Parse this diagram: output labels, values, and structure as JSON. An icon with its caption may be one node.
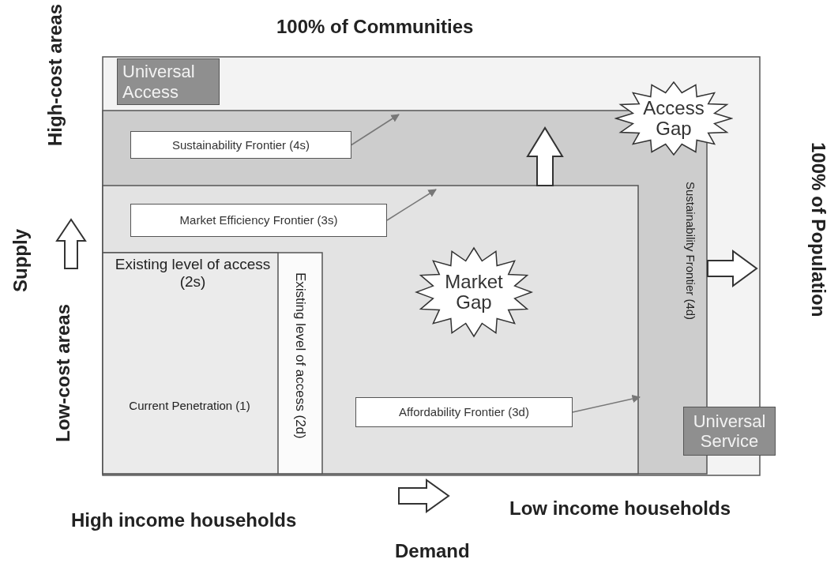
{
  "diagram": {
    "nodes": [
      {
        "text": [
          "Universal Access"
        ]
      },
      {
        "text": [
          "Access Gap"
        ]
      },
      {
        "text": [
          "Sustainability Frontier (4s)"
        ]
      },
      {
        "text": [
          "Market Efficiency Frontier (3s)"
        ]
      },
      {
        "text": [
          "Market Gap"
        ]
      },
      {
        "text": [
          "Affordability Frontier (3d)"
        ]
      },
      {
        "text": [
          "Universal Service"
        ]
      }
    ],
    "edges": [
      {
        "from": 2,
        "to": null,
        "arrow": "to"
      },
      {
        "from": 3,
        "to": null,
        "arrow": "to"
      },
      {
        "from": 5,
        "to": null,
        "arrow": "to"
      }
    ],
    "labels": [
      "100% of Communities",
      "High-cost areas",
      "Supply",
      "Low-cost areas",
      "Existing level of access (2s)",
      "Current Penetration (1)",
      "Existing level of access (2d)",
      "Sustainability Frontier (4d)",
      "100% of Population",
      "High income households",
      "Low income households",
      "Demand"
    ]
  }
}
